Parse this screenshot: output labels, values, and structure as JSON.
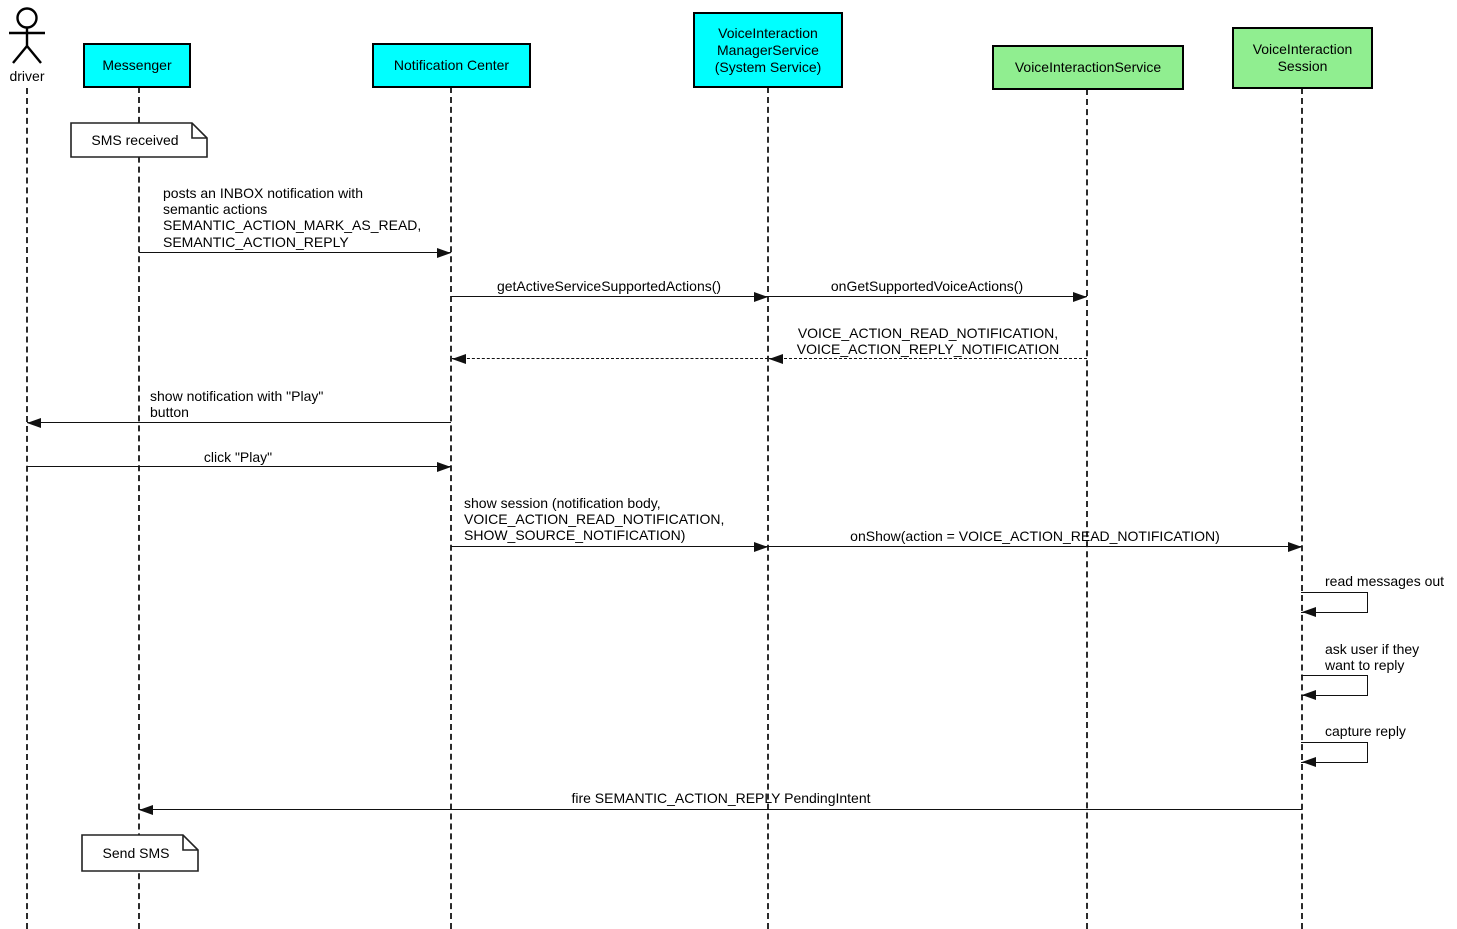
{
  "actor": {
    "label": "driver"
  },
  "participants": [
    {
      "id": "messenger",
      "label": "Messenger",
      "color": "#00ffff"
    },
    {
      "id": "notification-center",
      "label": "Notification Center",
      "color": "#00ffff"
    },
    {
      "id": "voice-interaction-manager-service",
      "label": "VoiceInteraction\nManagerService\n(System Service)",
      "color": "#00ffff"
    },
    {
      "id": "voice-interaction-service",
      "label": "VoiceInteractionService",
      "color": "#90ee90"
    },
    {
      "id": "voice-interaction-session",
      "label": "VoiceInteraction\nSession",
      "color": "#90ee90"
    }
  ],
  "notes": [
    {
      "text": "SMS received"
    },
    {
      "text": "Send SMS"
    }
  ],
  "messages": [
    {
      "from": "Messenger",
      "to": "Notification Center",
      "style": "solid",
      "label": "posts an INBOX notification with\nsemantic actions\nSEMANTIC_ACTION_MARK_AS_READ,\nSEMANTIC_ACTION_REPLY"
    },
    {
      "from": "Notification Center",
      "to": "VoiceInteraction ManagerService (System Service)",
      "style": "solid",
      "label": "getActiveServiceSupportedActions()"
    },
    {
      "from": "VoiceInteraction ManagerService (System Service)",
      "to": "VoiceInteractionService",
      "style": "solid",
      "label": "onGetSupportedVoiceActions()"
    },
    {
      "from": "VoiceInteractionService",
      "to": "VoiceInteraction ManagerService (System Service)",
      "style": "dashed-return",
      "label": "VOICE_ACTION_READ_NOTIFICATION,\nVOICE_ACTION_REPLY_NOTIFICATION"
    },
    {
      "from": "VoiceInteraction ManagerService (System Service)",
      "to": "Notification Center",
      "style": "dashed-return",
      "label": ""
    },
    {
      "from": "Notification Center",
      "to": "driver",
      "style": "solid",
      "label": "show notification with \"Play\"\nbutton"
    },
    {
      "from": "driver",
      "to": "Notification Center",
      "style": "solid",
      "label": "click \"Play\""
    },
    {
      "from": "Notification Center",
      "to": "VoiceInteraction ManagerService (System Service)",
      "style": "solid",
      "label": "show session (notification body,\nVOICE_ACTION_READ_NOTIFICATION,\nSHOW_SOURCE_NOTIFICATION)"
    },
    {
      "from": "VoiceInteraction ManagerService (System Service)",
      "to": "VoiceInteraction Session",
      "style": "solid",
      "label": "onShow(action = VOICE_ACTION_READ_NOTIFICATION)"
    },
    {
      "from": "VoiceInteraction Session",
      "to": "VoiceInteraction Session",
      "style": "self",
      "label": "read messages out"
    },
    {
      "from": "VoiceInteraction Session",
      "to": "VoiceInteraction Session",
      "style": "self",
      "label": "ask user if they\nwant to reply"
    },
    {
      "from": "VoiceInteraction Session",
      "to": "VoiceInteraction Session",
      "style": "self",
      "label": "capture reply"
    },
    {
      "from": "VoiceInteraction Session",
      "to": "Messenger",
      "style": "solid",
      "label": "fire SEMANTIC_ACTION_REPLY PendingIntent"
    }
  ],
  "colors": {
    "participant_cyan": "#00ffff",
    "participant_green": "#90ee90",
    "line": "#111111",
    "note_background": "#ffffff"
  }
}
